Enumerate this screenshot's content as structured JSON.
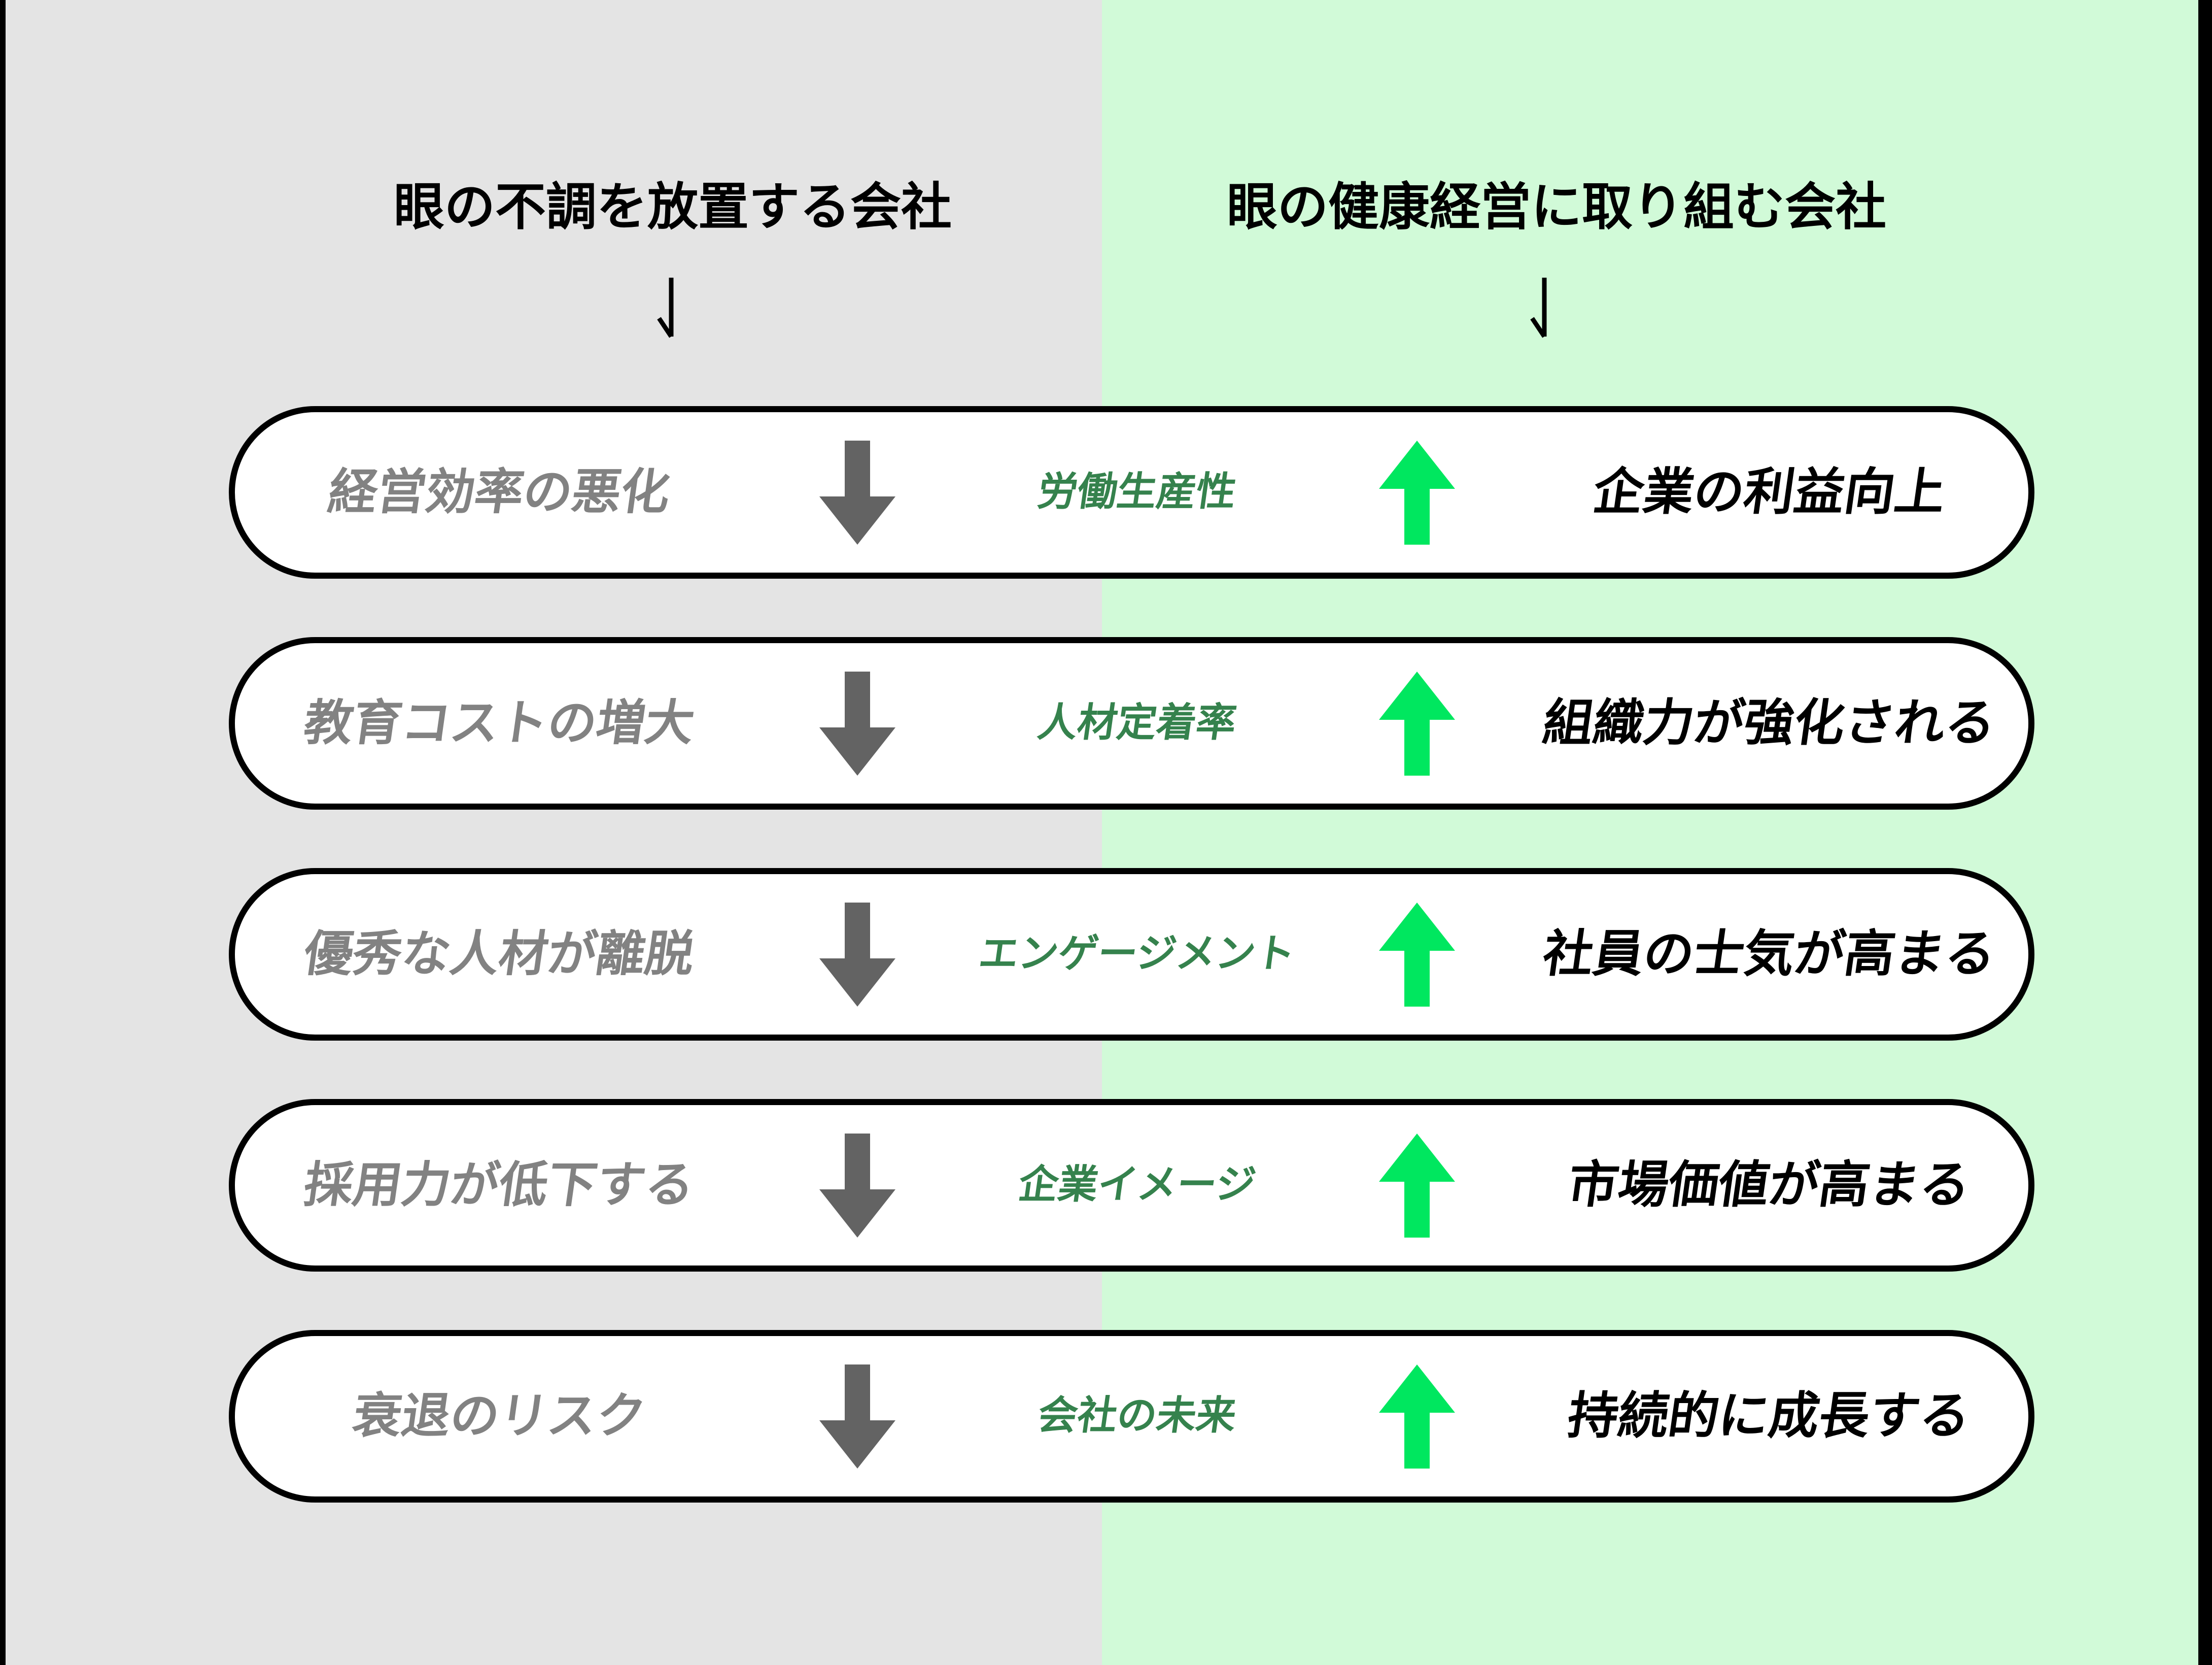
{
  "headers": {
    "left": {
      "title": "眼の不調を放置する会社",
      "arrow_symbol": "↓"
    },
    "right": {
      "title": "眼の健康経営に取り組む会社",
      "arrow_symbol": "↓"
    }
  },
  "rows": [
    {
      "negative": "経営効率の悪化",
      "metric": "労働生産性",
      "positive": "企業の利益向上"
    },
    {
      "negative": "教育コストの増大",
      "metric": "人材定着率",
      "positive": "組織力が強化される"
    },
    {
      "negative": "優秀な人材が離脱",
      "metric": "エンゲージメント",
      "positive": "社員の士気が高まる"
    },
    {
      "negative": "採用力が低下する",
      "metric": "企業イメージ",
      "positive": "市場価値が高まる"
    },
    {
      "negative": "衰退のリスク",
      "metric": "会社の未来",
      "positive": "持続的に成長する"
    }
  ],
  "icons": {
    "down_block_arrow": "down-arrow",
    "up_block_arrow": "up-arrow",
    "header_arrow": "thin-down-arrow"
  },
  "colors": {
    "left_background": "#e4e4e4",
    "right_background": "#d1fad8",
    "edge_frame": "#000000",
    "pill_fill": "#ffffff",
    "pill_border": "#000000",
    "negative_text": "#828282",
    "down_arrow": "#636363",
    "metric_text": "#35824d",
    "up_arrow": "#00e75f",
    "positive_text": "#000000"
  }
}
